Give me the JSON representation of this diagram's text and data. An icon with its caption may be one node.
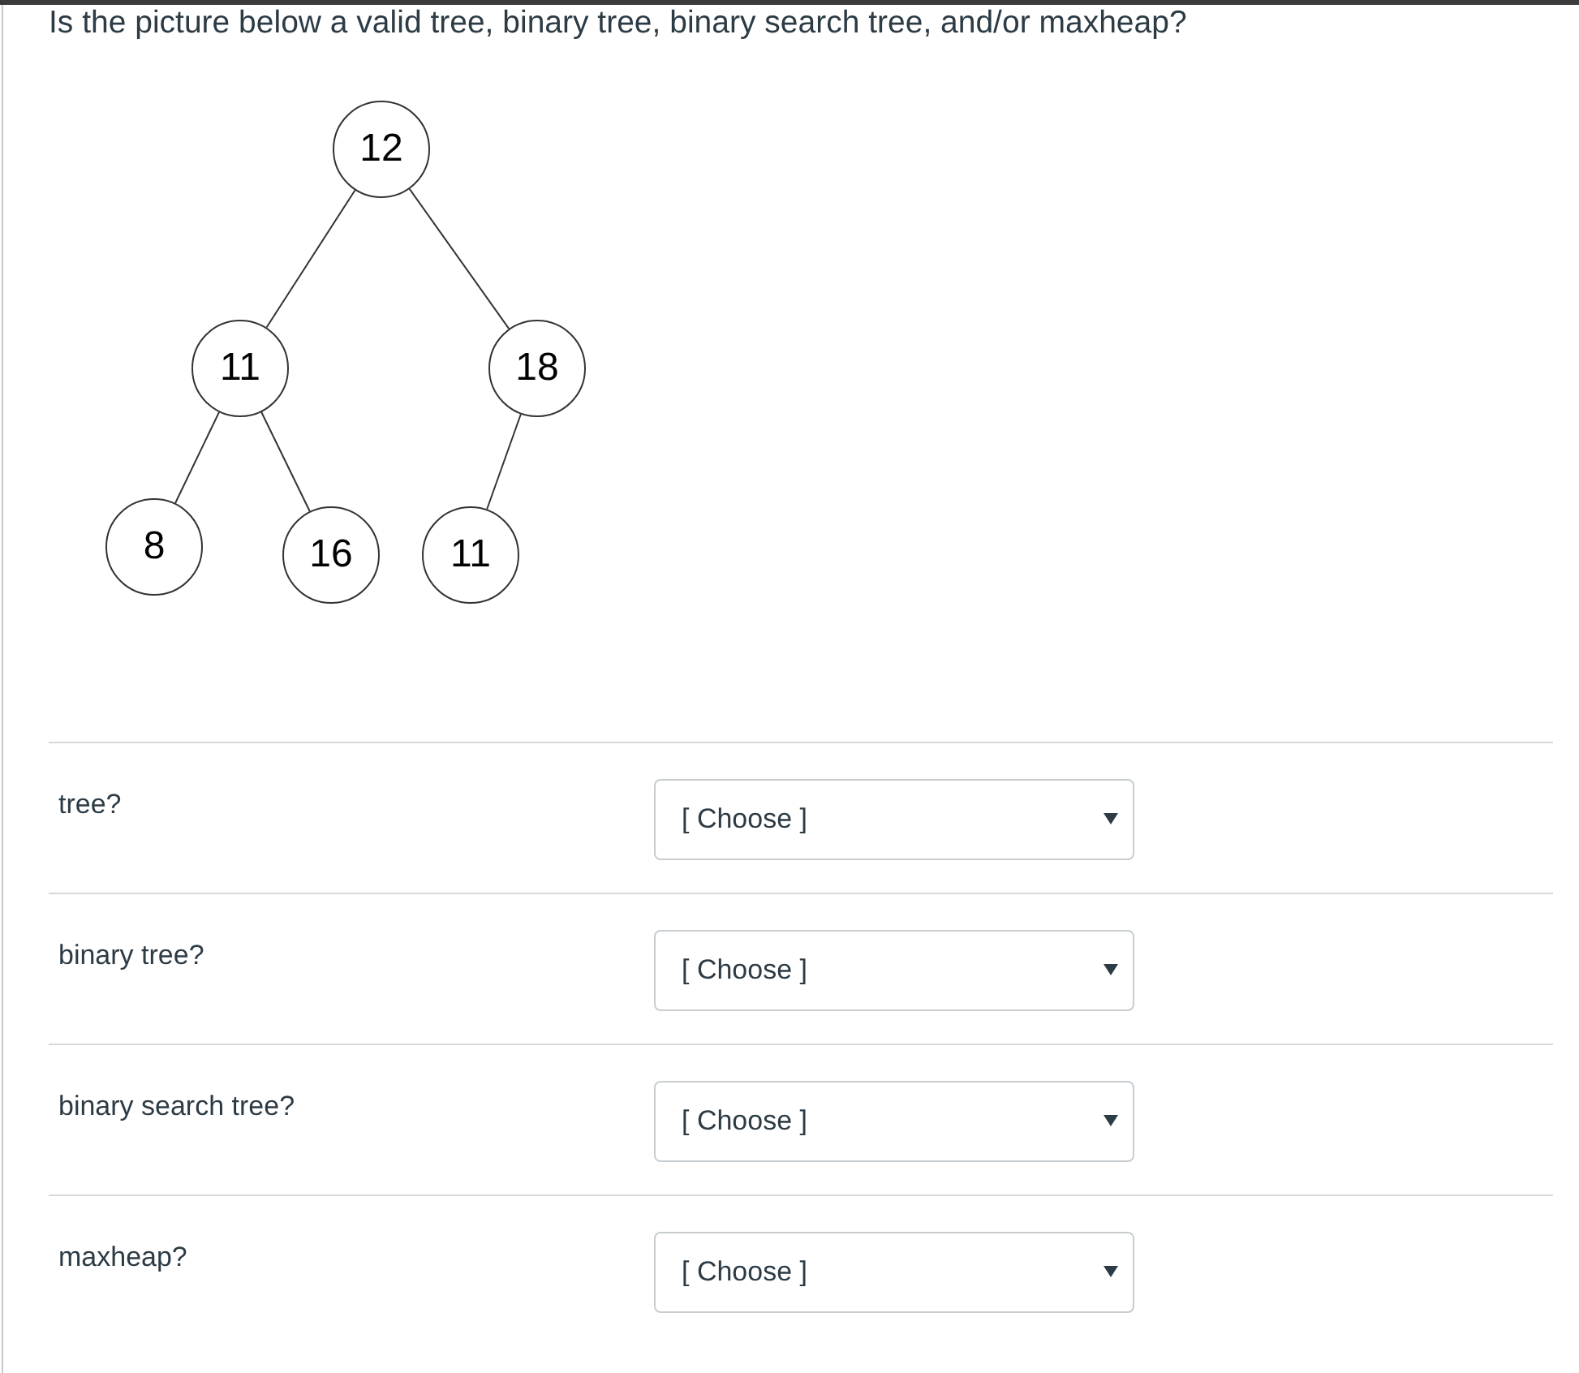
{
  "diagram": {
    "title": "Is the picture below a valid tree, binary tree, binary search tree, and/or maxheap?",
    "nodes": [
      {
        "text": [
          "12"
        ]
      },
      {
        "text": [
          "11"
        ]
      },
      {
        "text": [
          "18"
        ]
      },
      {
        "text": [
          "8"
        ]
      },
      {
        "text": [
          "16"
        ]
      },
      {
        "text": [
          "11"
        ]
      }
    ],
    "edges": [
      {
        "from": 0,
        "to": 1,
        "arrow": "none"
      },
      {
        "from": 0,
        "to": 2,
        "arrow": "none"
      },
      {
        "from": 1,
        "to": 3,
        "arrow": "none"
      },
      {
        "from": 1,
        "to": 4,
        "arrow": "none"
      },
      {
        "from": 2,
        "to": 5,
        "arrow": "none"
      }
    ],
    "labels": [
      "tree?",
      "[ Choose ]",
      "binary tree?",
      "[ Choose ]",
      "binary search tree?",
      "[ Choose ]",
      "maxheap?",
      "[ Choose ]"
    ]
  }
}
